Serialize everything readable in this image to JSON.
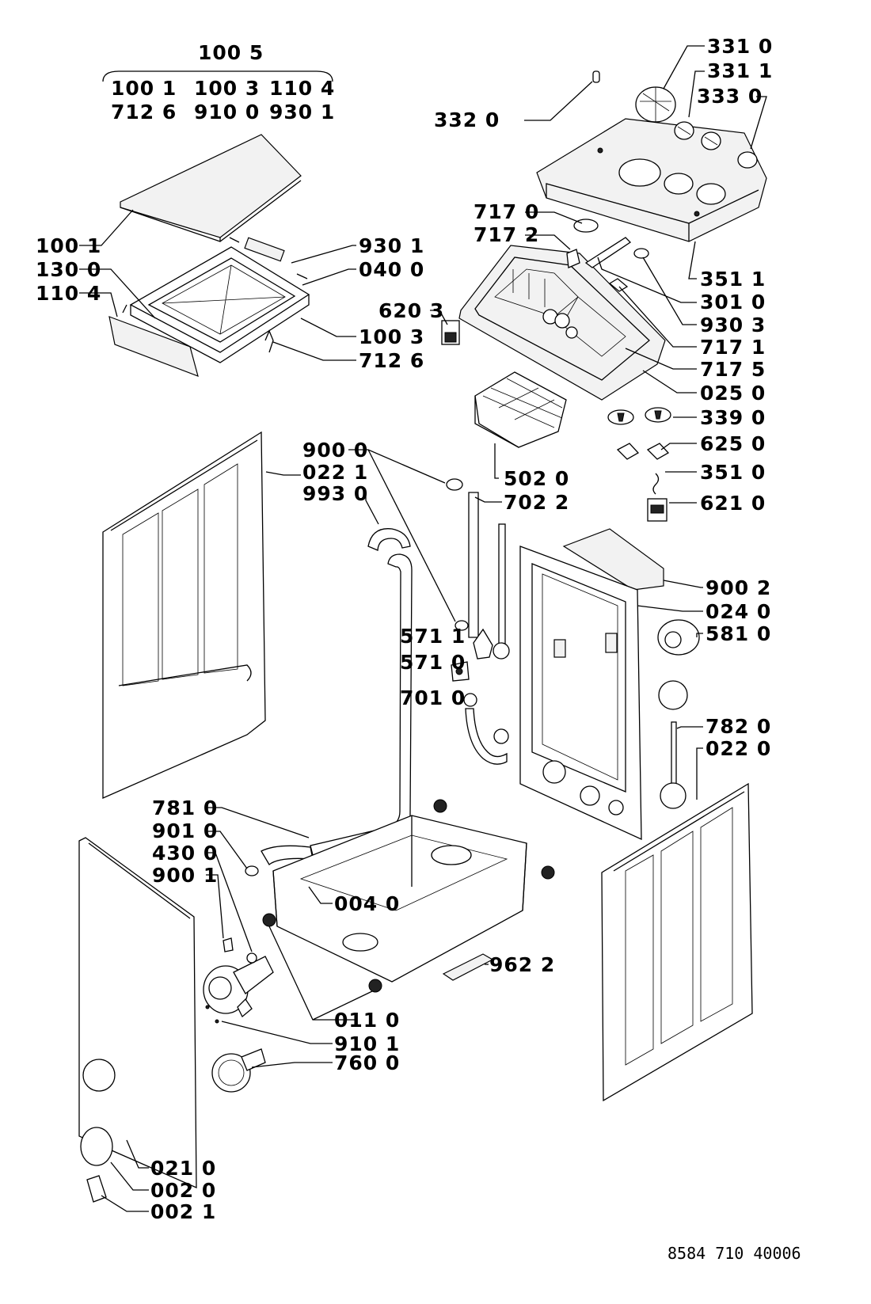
{
  "diagram": {
    "assembly_group_top": "100 5",
    "assembly_group_items": [
      "100 1",
      "100 3",
      "110 4",
      "712 6",
      "910 0",
      "930 1"
    ],
    "labels": {
      "p331_0": "331 0",
      "p331_1": "331 1",
      "p333_0": "333 0",
      "p332_0": "332 0",
      "p717_0": "717 0",
      "p717_2": "717 2",
      "p351_1": "351 1",
      "p301_0": "301 0",
      "p930_3": "930 3",
      "p717_1": "717 1",
      "p717_5": "717 5",
      "p025_0": "025 0",
      "p339_0": "339 0",
      "p625_0": "625 0",
      "p351_0": "351 0",
      "p621_0": "621 0",
      "p620_3": "620 3",
      "p502_0": "502 0",
      "p100_1": "100 1",
      "p130_0": "130 0",
      "p110_4": "110 4",
      "p930_1": "930 1",
      "p040_0": "040 0",
      "p100_3": "100 3",
      "p712_6": "712 6",
      "p900_0": "900 0",
      "p022_1": "022 1",
      "p993_0": "993 0",
      "p702_2": "702 2",
      "p571_1": "571 1",
      "p571_0": "571 0",
      "p701_0": "701 0",
      "p900_2": "900 2",
      "p024_0": "024 0",
      "p581_0": "581 0",
      "p782_0": "782 0",
      "p022_0": "022 0",
      "p781_0": "781 0",
      "p901_0": "901 0",
      "p430_0": "430 0",
      "p900_1": "900 1",
      "p004_0": "004 0",
      "p962_2": "962 2",
      "p011_0": "011 0",
      "p910_1": "910 1",
      "p760_0": "760 0",
      "p021_0": "021 0",
      "p002_0": "002 0",
      "p002_1": "002 1"
    },
    "document_number": "8584 710 40006"
  }
}
